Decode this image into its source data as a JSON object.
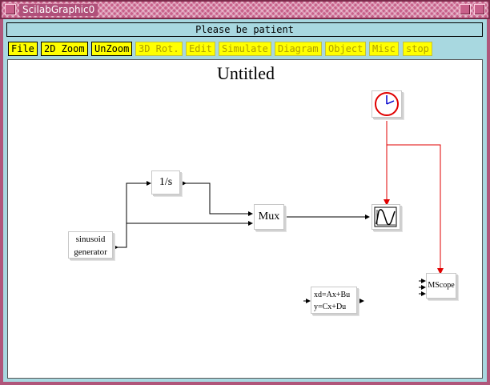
{
  "window": {
    "title": "ScilabGraphic0"
  },
  "status": {
    "text": "Please be patient"
  },
  "menu": {
    "items": [
      "File",
      "2D Zoom",
      "UnZoom",
      "3D Rot.",
      "Edit",
      "Simulate",
      "Diagram",
      "Object",
      "Misc",
      "stop"
    ]
  },
  "diagram": {
    "title": "Untitled",
    "blocks": {
      "integrator": "1/s",
      "mux": "Mux",
      "sinusoid_line1": "sinusoid",
      "sinusoid_line2": "generator",
      "mscope": "MScope",
      "statespace_line1": "xd=Ax+Bu",
      "statespace_line2": "y=Cx+Du"
    }
  },
  "colors": {
    "event_link": "#e00000",
    "clock": "#e00000",
    "clock_hand": "#0000cc",
    "menu_active": "#ffff00"
  }
}
